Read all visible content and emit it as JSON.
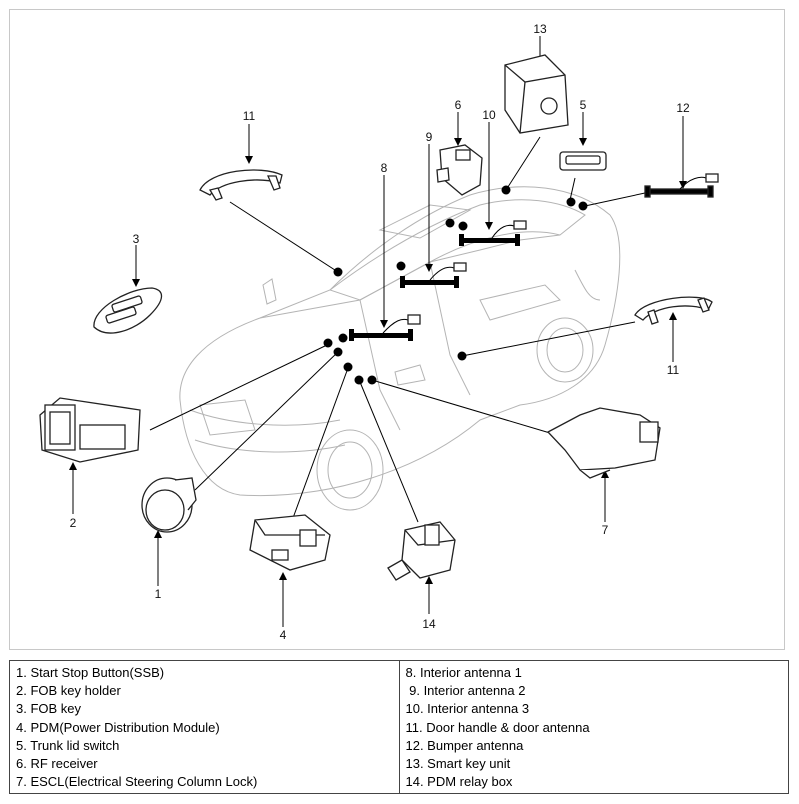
{
  "callouts": {
    "c1": "1",
    "c2": "2",
    "c3": "3",
    "c4": "4",
    "c5": "5",
    "c6": "6",
    "c7": "7",
    "c8": "8",
    "c9": "9",
    "c10": "10",
    "c11a": "11",
    "c11b": "11",
    "c12": "12",
    "c13": "13",
    "c14": "14"
  },
  "legend": {
    "left": [
      "1. Start Stop Button(SSB)",
      "2. FOB key holder",
      "3. FOB key",
      "4. PDM(Power Distribution Module)",
      "5. Trunk lid switch",
      "6. RF receiver",
      "7. ESCL(Electrical Steering Column Lock)"
    ],
    "right": [
      "8. Interior antenna 1",
      " 9. Interior antenna 2",
      "10. Interior antenna 3",
      "11. Door handle & door antenna",
      "12. Bumper antenna",
      "13. Smart key unit",
      "14. PDM relay box"
    ]
  }
}
